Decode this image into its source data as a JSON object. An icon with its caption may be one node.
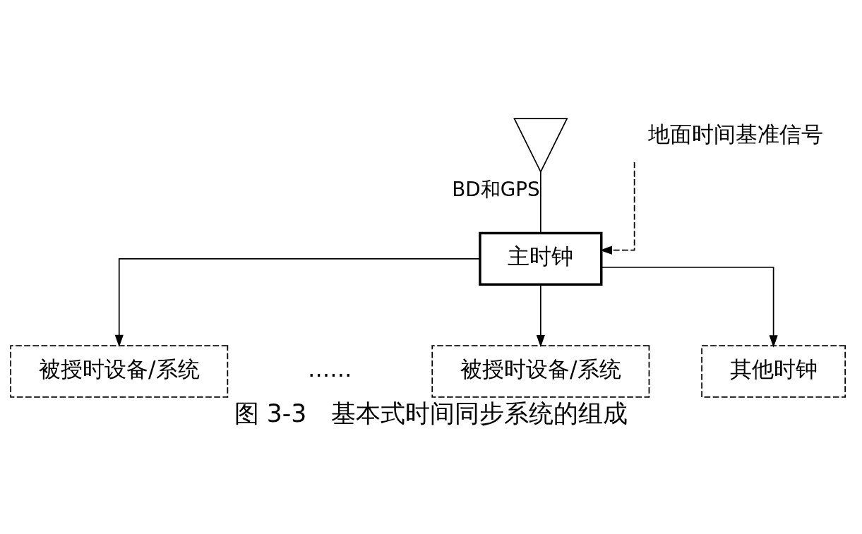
{
  "diagram": {
    "caption": "图 3-3　基本式时间同步系统的组成",
    "nodes": [
      {
        "text": [],
        "shape": "antenna"
      },
      {
        "text": [
          "地面时间基准信号"
        ]
      },
      {
        "text": [
          "主时钟"
        ]
      },
      {
        "text": [
          "被授时设备/系统"
        ]
      },
      {
        "text": [
          "被授时设备/系统"
        ]
      },
      {
        "text": [
          "其他时钟"
        ]
      }
    ],
    "edges": [
      {
        "from": 0,
        "to": 2,
        "arrow": "none",
        "label": "BD和GPS"
      },
      {
        "from": 1,
        "to": 2,
        "arrow": "to",
        "style": "dashed"
      },
      {
        "from": 2,
        "to": 3,
        "arrow": "to"
      },
      {
        "from": 2,
        "to": 4,
        "arrow": "to"
      },
      {
        "from": 2,
        "to": 5,
        "arrow": "to"
      }
    ],
    "labels": [
      "……"
    ]
  }
}
